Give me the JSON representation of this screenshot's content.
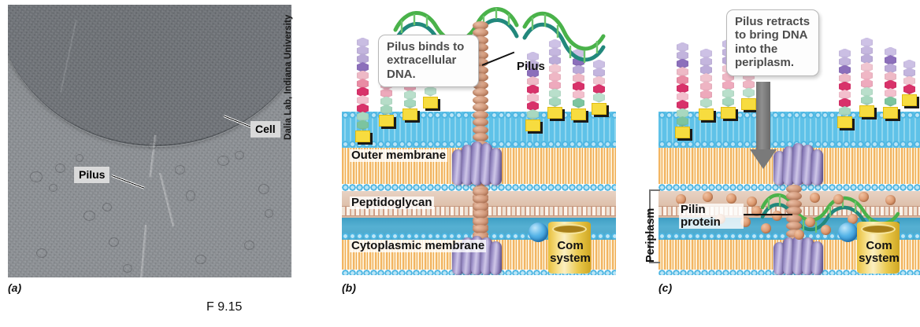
{
  "figure": {
    "number": "F 9.15",
    "panels": [
      "(a)",
      "(b)",
      "(c)"
    ]
  },
  "panel_a": {
    "letter": "(a)",
    "type": "electron-micrograph",
    "labels": [
      {
        "text": "Cell",
        "target": "cell-surface"
      },
      {
        "text": "Pilus",
        "target": "pilus-filament"
      }
    ],
    "credit": "Dalia Lab, Indiana University"
  },
  "panel_b": {
    "letter": "(b)",
    "callout": "Pilus binds to extracellular DNA.",
    "pointer_label": "Pilus",
    "envelope_labels": [
      "Outer membrane",
      "Peptidoglycan",
      "Cytoplasmic membrane"
    ],
    "com_system_label": "Com system"
  },
  "panel_c": {
    "letter": "(c)",
    "callout": "Pilus retracts to bring DNA into the periplasm.",
    "bracket_label": "Periplasm",
    "pointer_label": "Pilin protein",
    "com_system_label": "Com system"
  },
  "colors": {
    "membrane_heads": "#4eb6e2",
    "membrane_tails": "#f3b562",
    "periplasm": "#dec0ab",
    "cytoplasm_water": "#4aa7cb",
    "secretin_purple": "#a79ccf",
    "pilus_brown": "#d49c7e",
    "lipid_a_yellow": "#f7dc3f",
    "com_yellow": "#eac94e",
    "com_sphere_blue": "#55b4e8",
    "dna_green": "#5cb85c",
    "dna_teal": "#2f9e8f",
    "arrow_gray": "#7a7a7a",
    "callout_text": "#4d4d4d"
  }
}
